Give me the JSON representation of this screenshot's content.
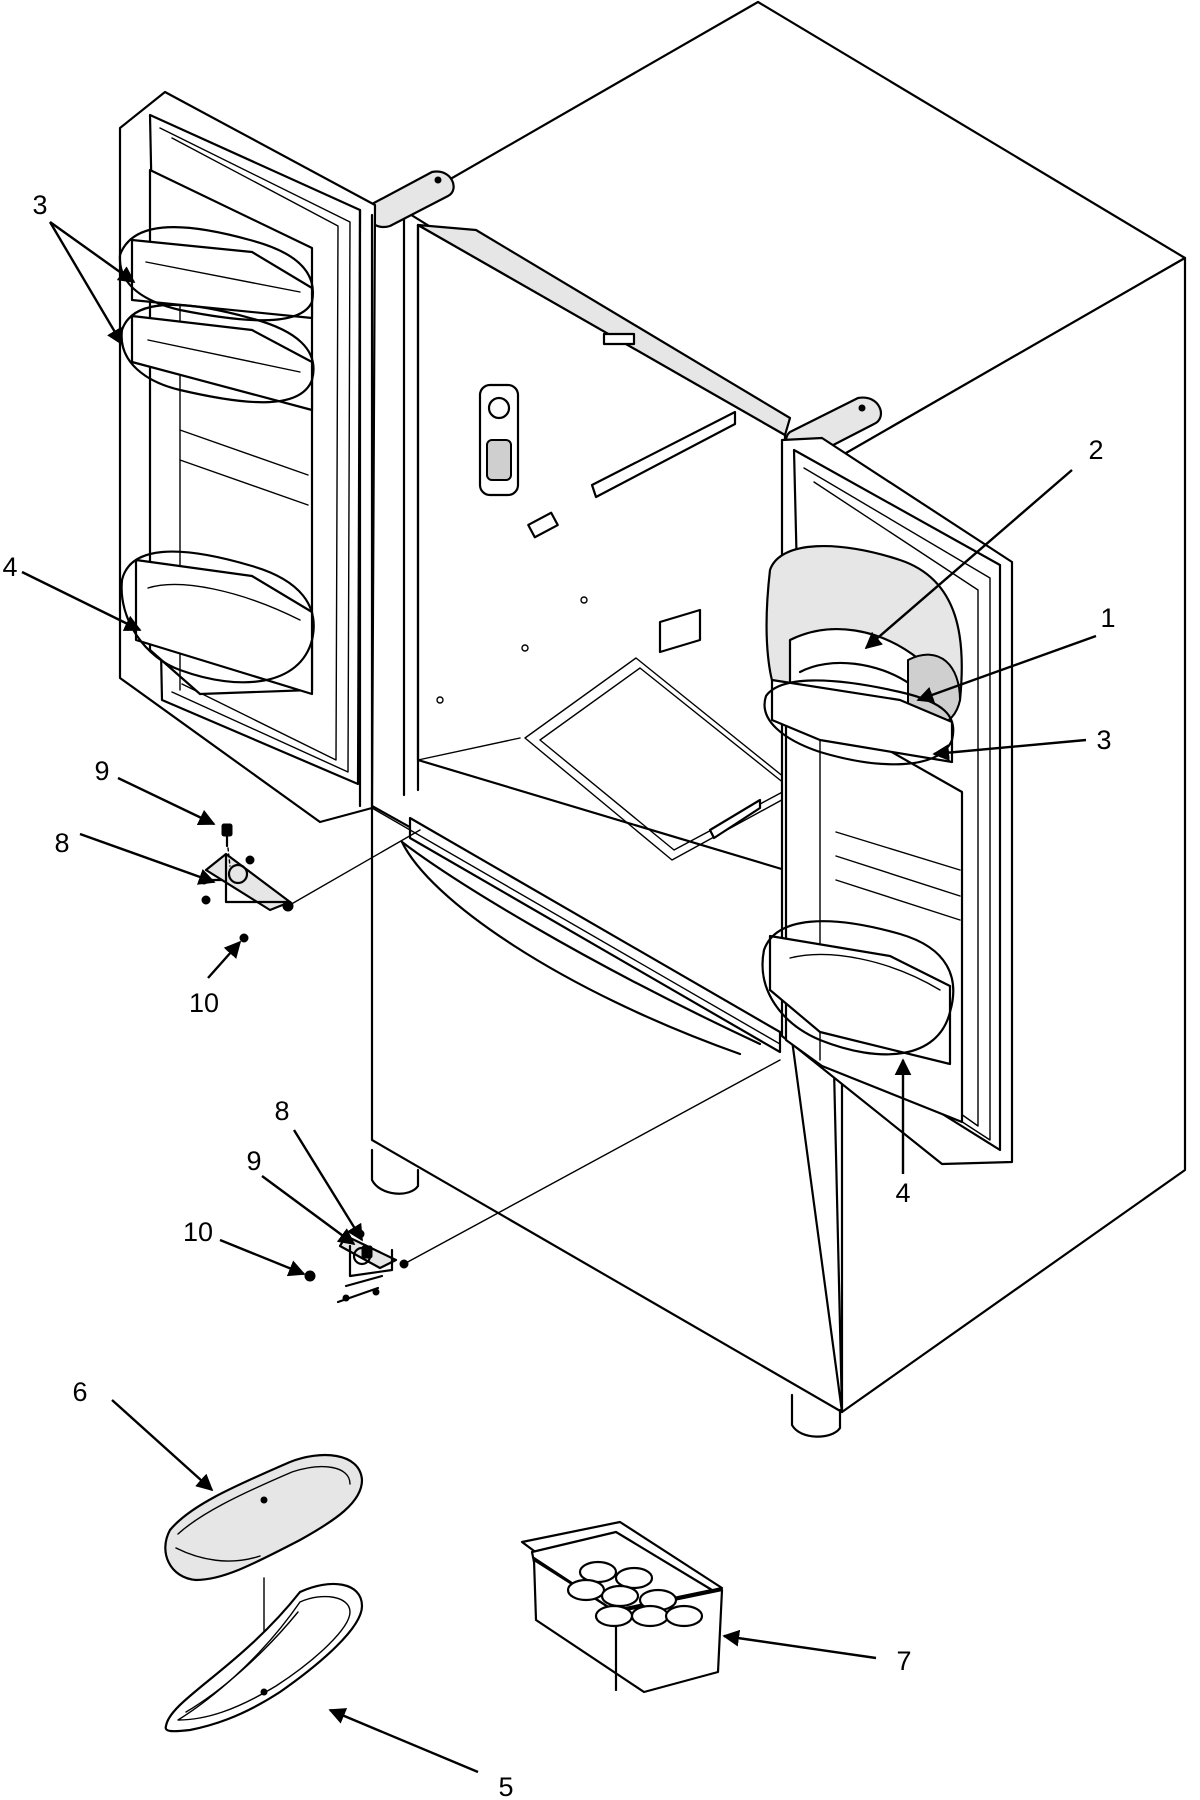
{
  "callouts": {
    "c1": "1",
    "c2": "2",
    "c3_left": "3",
    "c3_right": "3",
    "c4_left": "4",
    "c4_right": "4",
    "c5": "5",
    "c6": "6",
    "c7": "7",
    "c8_upper": "8",
    "c8_lower": "8",
    "c9_upper": "9",
    "c9_lower": "9",
    "c10_upper": "10",
    "c10_lower": "10"
  }
}
